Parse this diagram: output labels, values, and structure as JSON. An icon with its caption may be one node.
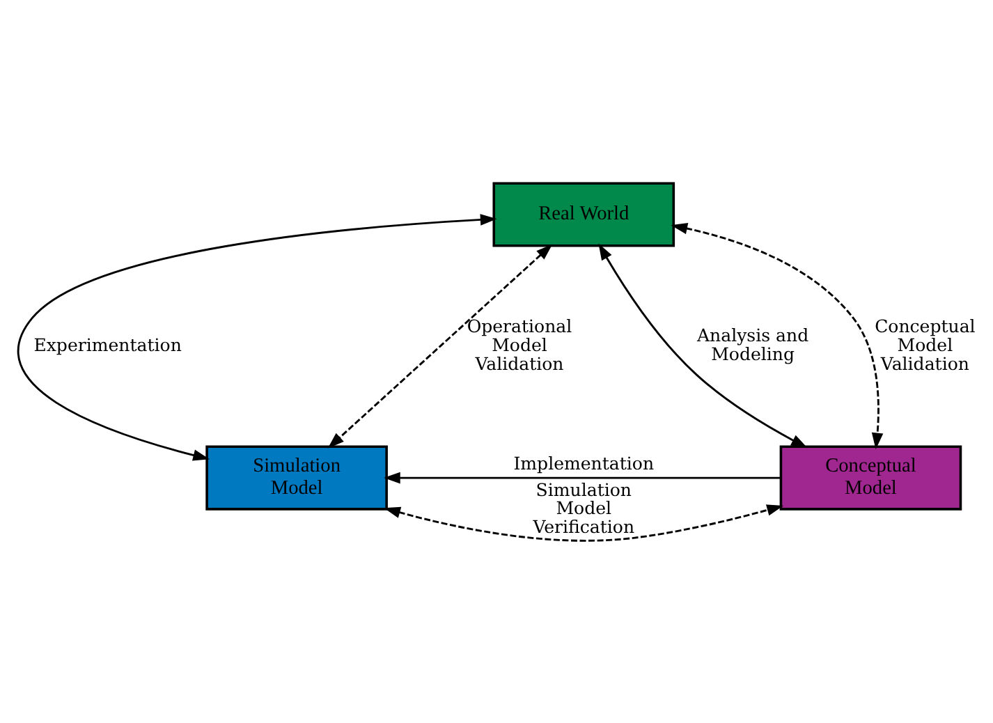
{
  "diagram": {
    "nodes": [
      {
        "text": [
          "Real World"
        ]
      },
      {
        "text": [
          "Simulation Model"
        ]
      },
      {
        "text": [
          "Conceptual Model"
        ]
      }
    ],
    "edges": [
      {
        "from": 0,
        "to": 1,
        "arrow": "both",
        "label": "Experimentation"
      },
      {
        "from": 0,
        "to": 2,
        "arrow": "both",
        "label": "Analysis and Modeling"
      },
      {
        "from": 2,
        "to": 1,
        "arrow": "to",
        "label": "Implementation"
      },
      {
        "from": 0,
        "to": 1,
        "arrow": "both",
        "label": "Operational Model Validation",
        "style": "dashed"
      },
      {
        "from": 0,
        "to": 2,
        "arrow": "both",
        "label": "Conceptual Model Validation",
        "style": "dashed"
      },
      {
        "from": 1,
        "to": 2,
        "arrow": "both",
        "label": "Simulation Model Verification",
        "style": "dashed"
      }
    ]
  }
}
